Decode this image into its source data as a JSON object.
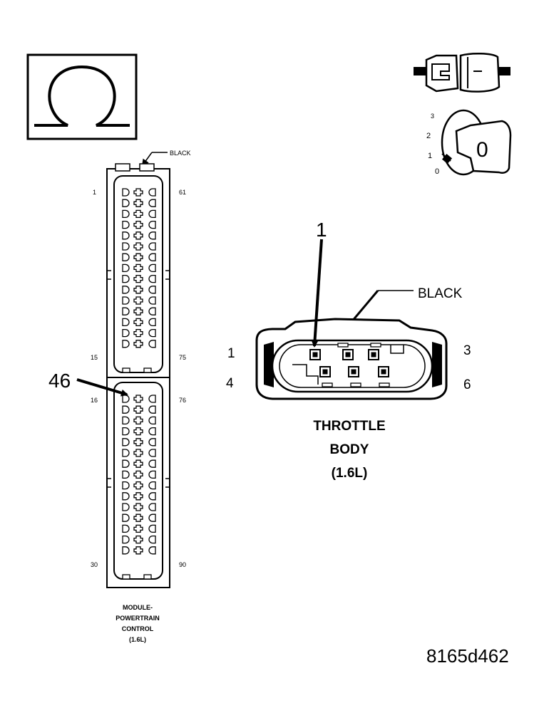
{
  "symbol": {
    "icon": "ohm-icon",
    "glyph": "Ω"
  },
  "ignition_key": {
    "positions": [
      "3",
      "2",
      "1",
      "0"
    ],
    "key_face": "0"
  },
  "pcm_connector": {
    "color_label": "BLACK",
    "pin_labels": {
      "top_left": "1",
      "top_right": "61",
      "mid_upper_left": "15",
      "mid_upper_right": "75",
      "mid_lower_left": "16",
      "mid_lower_right": "76",
      "bottom_left": "30",
      "bottom_right": "90"
    },
    "callout": "46",
    "caption": [
      "MODULE-",
      "POWERTRAIN",
      "CONTROL",
      "(1.6L)"
    ]
  },
  "throttle_body": {
    "color_label": "BLACK",
    "callout": "1",
    "pins": {
      "left_top": "1",
      "left_bottom": "4",
      "right_top": "3",
      "right_bottom": "6"
    },
    "title": [
      "THROTTLE",
      "BODY",
      "(1.6L)"
    ]
  },
  "figure_id": "8165d462"
}
